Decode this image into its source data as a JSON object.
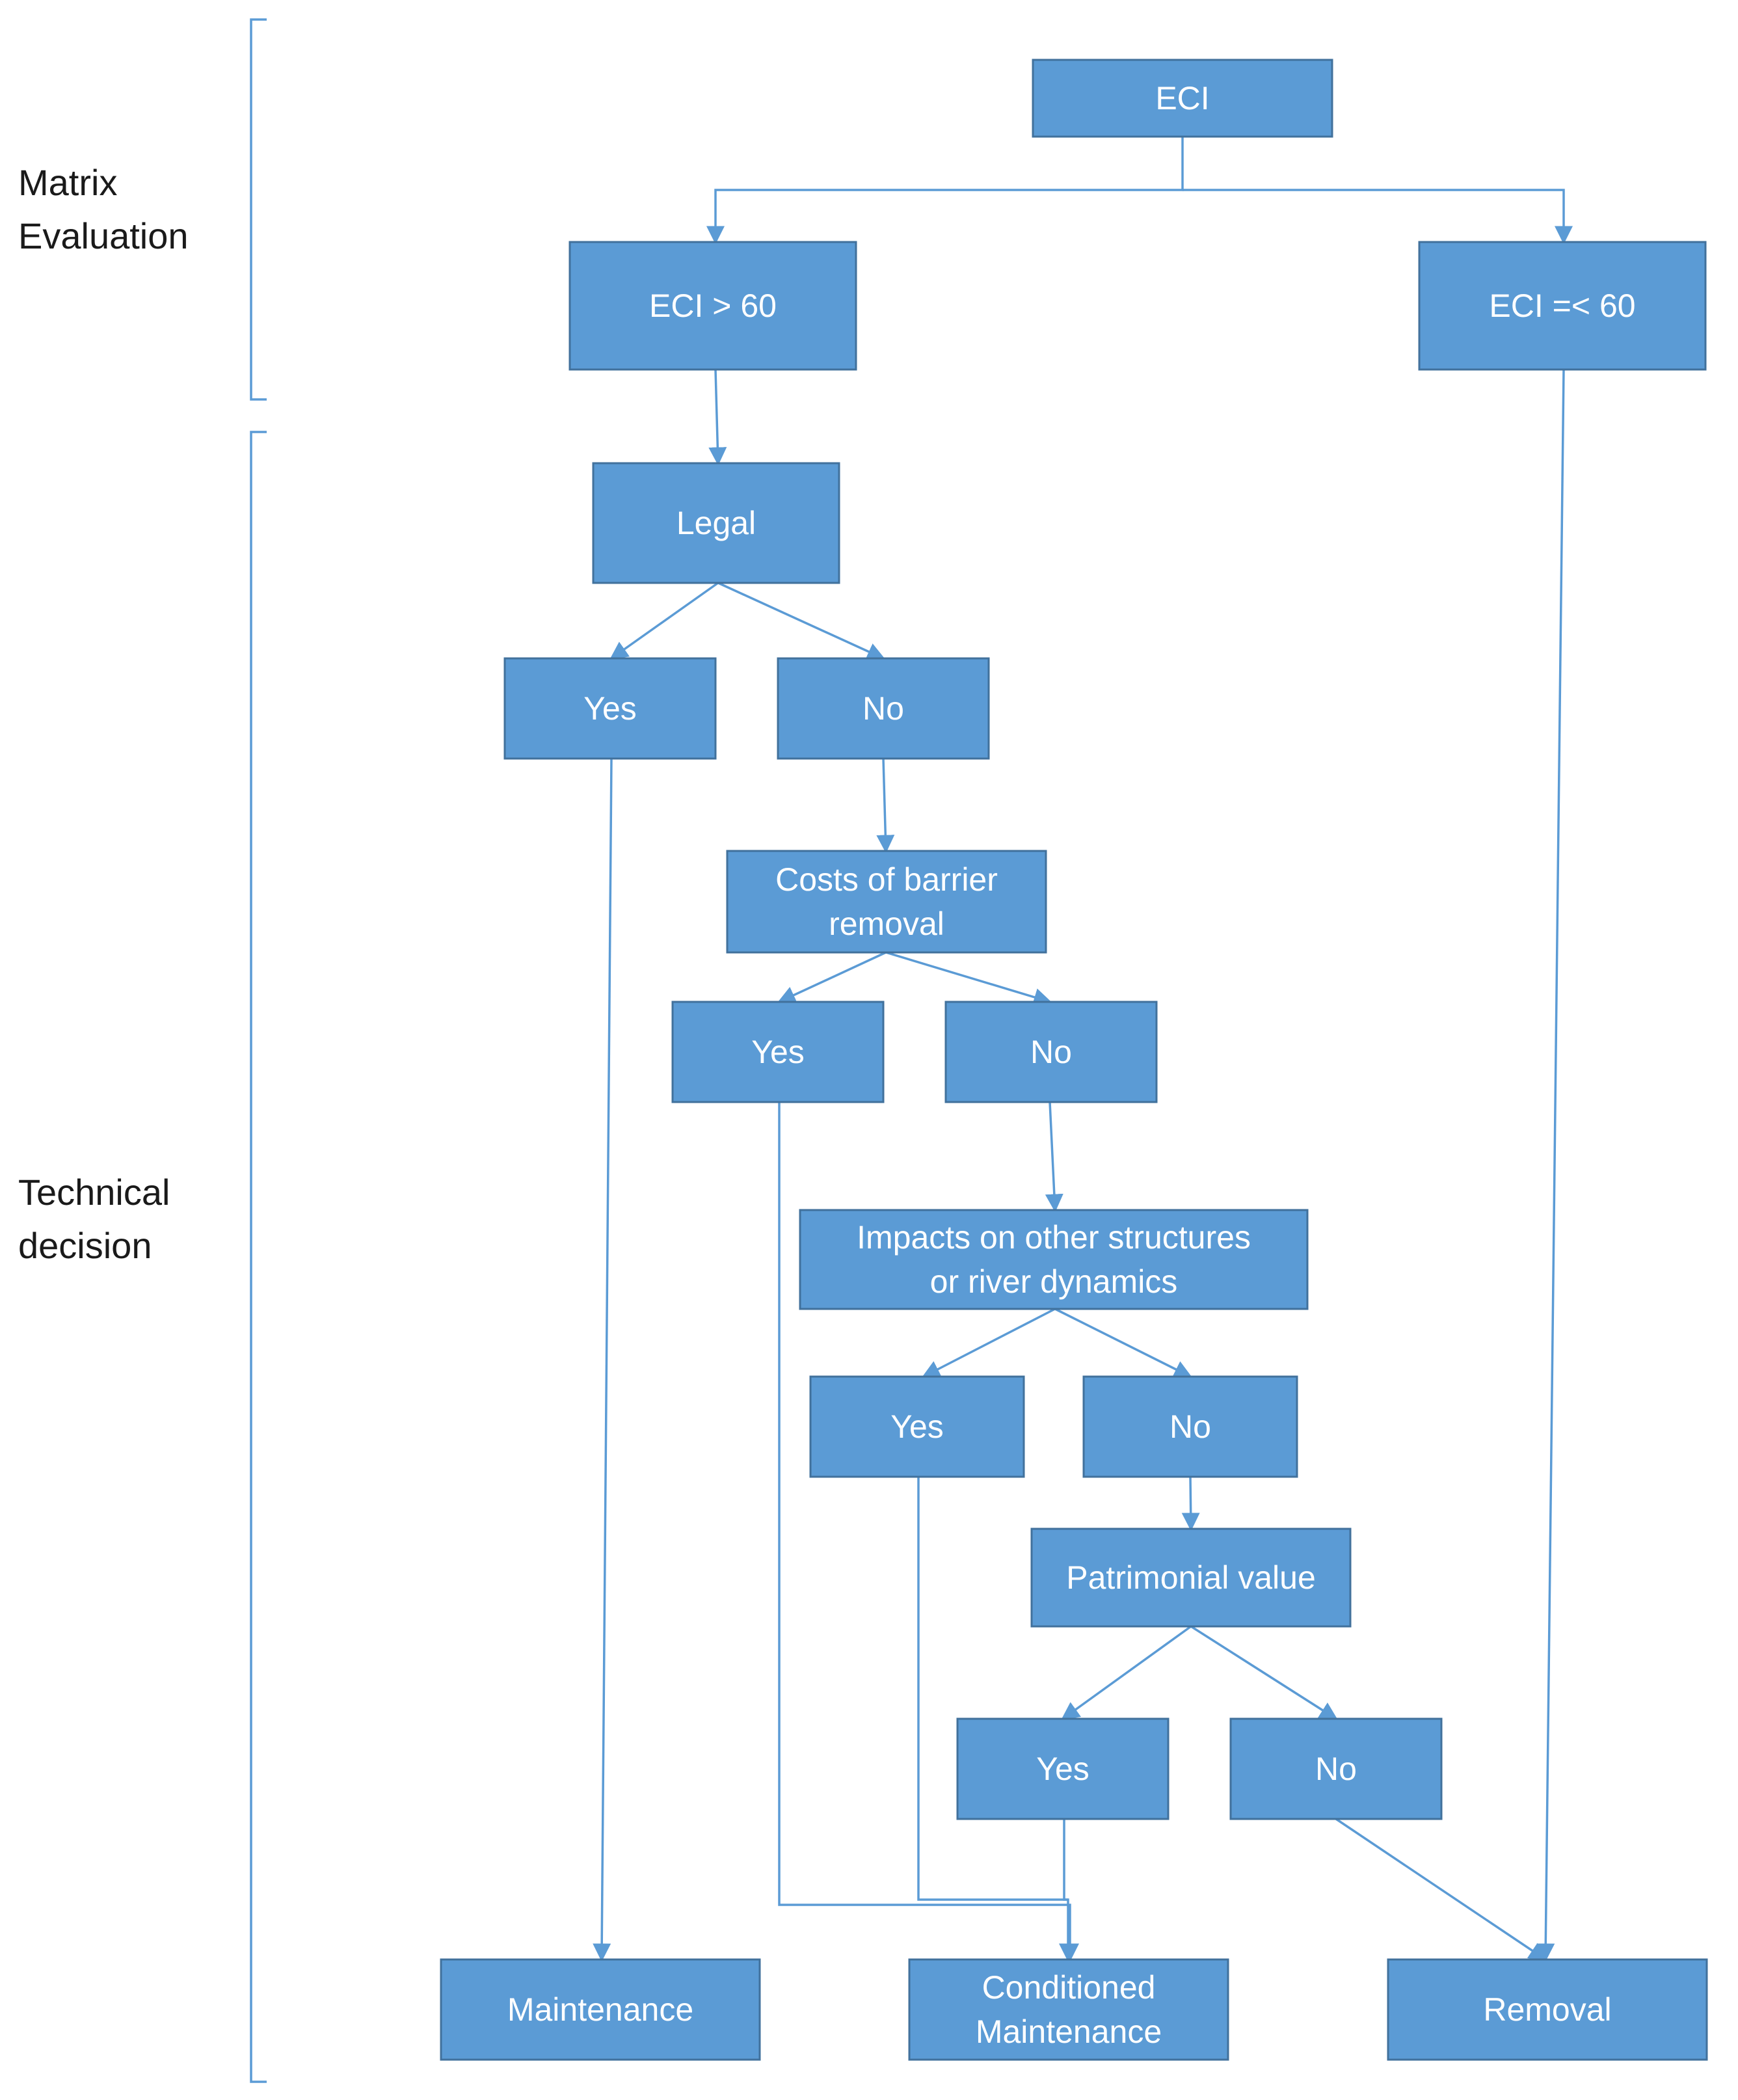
{
  "sections": {
    "matrix": {
      "line1": "Matrix",
      "line2": "Evaluation"
    },
    "technical": {
      "line1": "Technical",
      "line2": "decision"
    }
  },
  "nodes": {
    "eci": {
      "lines": [
        "ECI"
      ]
    },
    "eci_gt": {
      "lines": [
        "ECI > 60"
      ]
    },
    "eci_le": {
      "lines": [
        "ECI =< 60"
      ]
    },
    "legal": {
      "lines": [
        "Legal"
      ]
    },
    "legal_yes": {
      "lines": [
        "Yes"
      ]
    },
    "legal_no": {
      "lines": [
        "No"
      ]
    },
    "costs": {
      "lines": [
        "Costs of barrier",
        "removal"
      ]
    },
    "costs_yes": {
      "lines": [
        "Yes"
      ]
    },
    "costs_no": {
      "lines": [
        "No"
      ]
    },
    "impacts": {
      "lines": [
        "Impacts on other structures",
        "or river dynamics"
      ]
    },
    "impacts_yes": {
      "lines": [
        "Yes"
      ]
    },
    "impacts_no": {
      "lines": [
        "No"
      ]
    },
    "patrimonial": {
      "lines": [
        "Patrimonial value"
      ]
    },
    "patrimonial_yes": {
      "lines": [
        "Yes"
      ]
    },
    "patrimonial_no": {
      "lines": [
        "No"
      ]
    },
    "maintenance": {
      "lines": [
        "Maintenance"
      ]
    },
    "conditioned": {
      "lines": [
        "Conditioned",
        "Maintenance"
      ]
    },
    "removal": {
      "lines": [
        "Removal"
      ]
    }
  },
  "colors": {
    "box_fill": "#5b9bd5",
    "box_stroke": "#41719c",
    "connector": "#5b9bd5",
    "box_text": "#ffffff"
  }
}
